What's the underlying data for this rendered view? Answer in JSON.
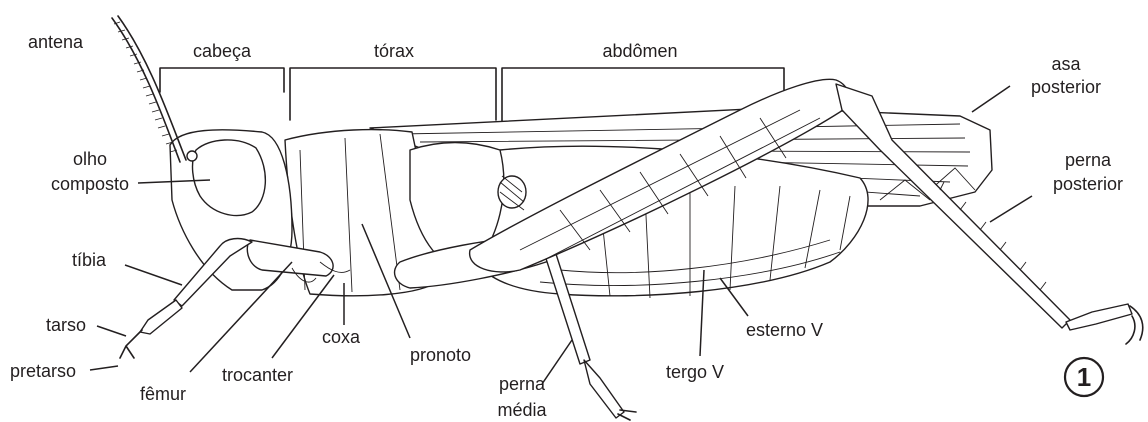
{
  "figure_number": "1",
  "regions": {
    "head": "cabeça",
    "thorax": "tórax",
    "abdomen": "abdômen"
  },
  "labels": {
    "antenna": "antena",
    "compound_eye_1": "olho",
    "compound_eye_2": "composto",
    "tibia": "tíbia",
    "tarsus": "tarso",
    "pretarsus": "pretarso",
    "femur": "fêmur",
    "trochanter": "trocanter",
    "coxa": "coxa",
    "pronotum": "pronoto",
    "middle_leg_1": "perna",
    "middle_leg_2": "média",
    "tergite": "tergo V",
    "sternite": "esterno V",
    "hind_wing_1": "asa",
    "hind_wing_2": "posterior",
    "hind_leg_1": "perna",
    "hind_leg_2": "posterior"
  },
  "colors": {
    "ink": "#231f20",
    "background": "#ffffff"
  }
}
